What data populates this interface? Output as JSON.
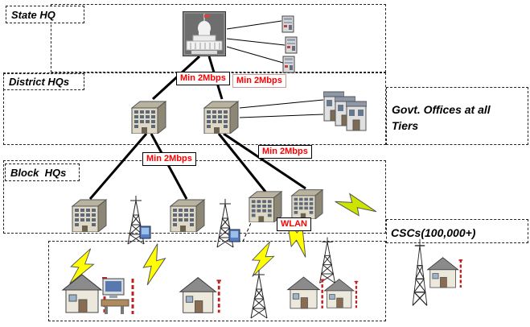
{
  "diagram": {
    "tiers": {
      "state": "State HQ",
      "district": "District HQs",
      "block": "Block  HQs",
      "govt_offices": "Govt. Offices at all Tiers",
      "cscs": "CSCs(100,000+)"
    },
    "links": {
      "bandwidth": [
        "Min 2Mbps",
        "Min 2Mbps",
        "Min 2Mbps",
        "Min 2Mbps"
      ],
      "wlan": "WLAN"
    },
    "colors": {
      "bandwidth_text": "#ff0000",
      "lightning_yellow": "#ffff00",
      "lightning_green": "#cde400",
      "line": "#000000",
      "dashed_border": "#222222"
    }
  }
}
